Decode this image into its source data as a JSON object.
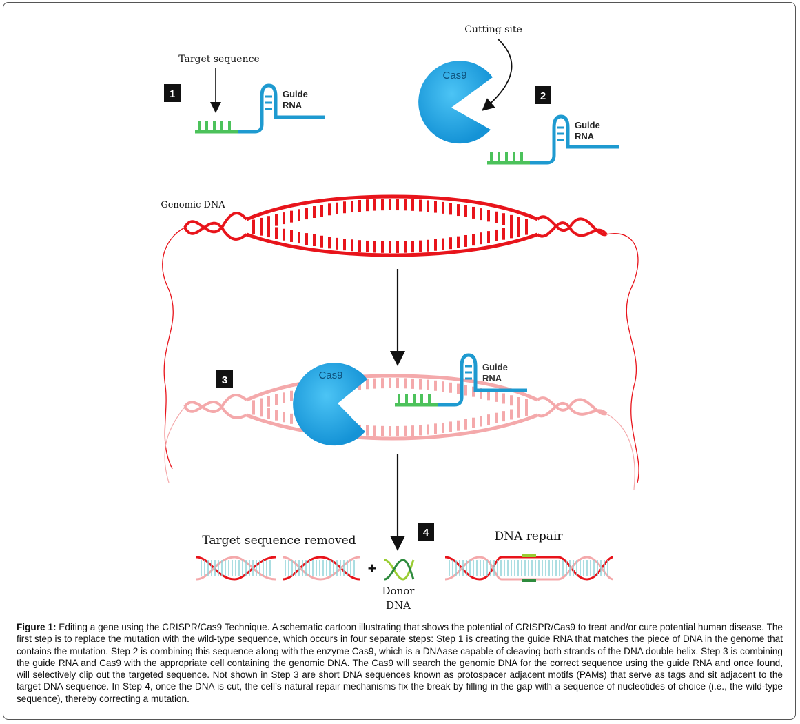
{
  "labels": {
    "target_sequence": "Target sequence",
    "guide_rna_line1": "Guide",
    "guide_rna_line2": "RNA",
    "cutting_site": "Cutting site",
    "cas9": "Cas9",
    "genomic_dna": "Genomic DNA",
    "target_removed": "Target sequence removed",
    "dna_repair": "DNA repair",
    "plus": "+",
    "donor_line1": "Donor",
    "donor_line2": "DNA"
  },
  "steps": [
    "1",
    "2",
    "3",
    "4"
  ],
  "caption": {
    "prefix": "Figure 1:",
    "text": " Editing a gene using the CRISPR/Cas9 Technique. A schematic cartoon illustrating that shows the potential of CRISPR/Cas9 to treat and/or cure potential human disease. The first step is to replace the mutation with the wild-type sequence, which occurs in four separate steps: Step 1 is creating the guide RNA that matches the piece of DNA in the genome that contains the mutation. Step 2 is combining this sequence along with the enzyme Cas9, which is a DNAase capable of cleaving both strands of the DNA double helix. Step 3 is combining the guide RNA and Cas9 with the appropriate cell containing the genomic DNA. The Cas9 will search the genomic DNA for the correct sequence using the guide RNA and once found, will selectively clip out the targeted sequence. Not shown in Step 3 are short DNA sequences known as protospacer adjacent motifs (PAMs) that serve as tags and sit adjacent to the target DNA sequence.  In Step 4, once the DNA is cut, the cell’s natural repair mechanisms fix the break by filling in the gap with a sequence of nucleotides of choice (i.e., the wild-type sequence), thereby correcting a mutation."
  },
  "colors": {
    "dna_red": "#e8141b",
    "dna_pink": "#f4a9ab",
    "cas9_blue": "#1aa6e6",
    "guide_blue": "#1e9ad0",
    "target_green": "#4cc25b",
    "repair_teal": "#8fd3d8",
    "step_badge": "#111111"
  }
}
